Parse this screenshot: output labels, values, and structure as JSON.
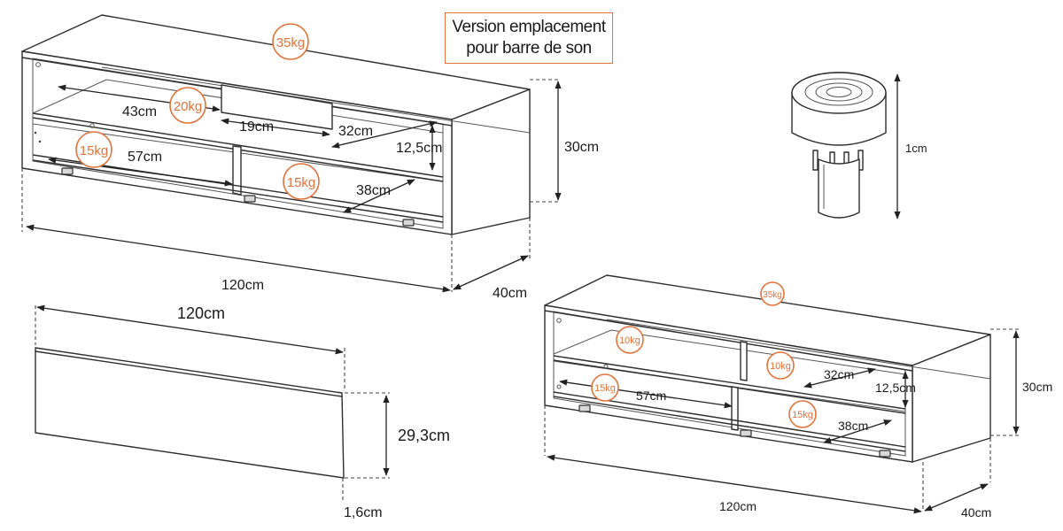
{
  "note": {
    "line1": "Version emplacement",
    "line2": "pour barre de son"
  },
  "cabinet_large": {
    "load_top": "35kg",
    "load_soundbar_shelf": "20kg",
    "load_left_bottom": "15kg",
    "load_right_bottom": "15kg",
    "dim_shelf_width": "43cm",
    "dim_opening_width": "19cm",
    "dim_shelf_depth": "32cm",
    "dim_shelf_height": "12,5cm",
    "dim_height": "30cm",
    "dim_left_compartment": "57cm",
    "dim_right_compartment": "38cm",
    "dim_width": "120cm",
    "dim_depth": "40cm"
  },
  "foot": {
    "dim_height": "1cm"
  },
  "panel": {
    "dim_width": "120cm",
    "dim_height": "29,3cm",
    "dim_thickness": "1,6cm"
  },
  "cabinet_small": {
    "load_top": "35kg",
    "load_left_shelf": "10kg",
    "load_right_shelf": "10kg",
    "load_left_bottom": "15kg",
    "load_right_bottom": "15kg",
    "dim_shelf_depth": "32cm",
    "dim_shelf_height": "12,5cm",
    "dim_height": "30cm",
    "dim_left_compartment": "57cm",
    "dim_right_compartment": "38cm",
    "dim_width": "120cm",
    "dim_depth": "40cm"
  },
  "colors": {
    "accent": "#e2733a",
    "line": "#2e2e2e"
  }
}
